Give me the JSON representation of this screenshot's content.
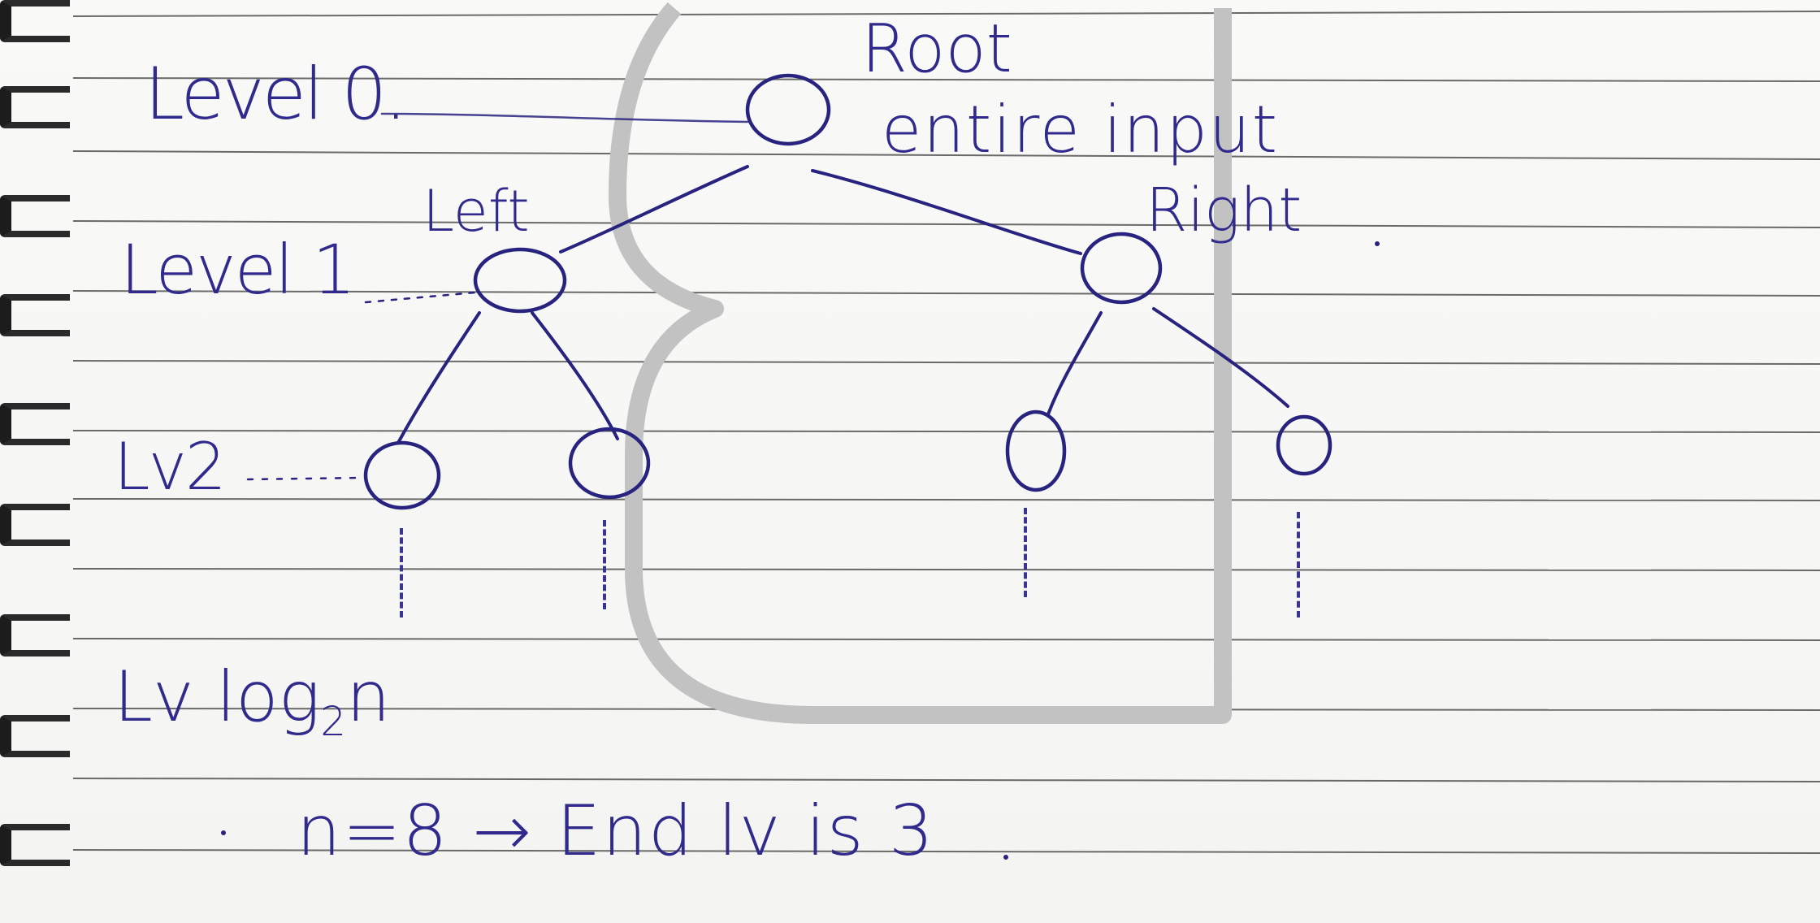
{
  "ink_color": "#2f2a8c",
  "labels": {
    "level0": "Level 0.",
    "level1": "Level 1",
    "lv2": "Lv2",
    "lvlog": "Lv log",
    "lvlog_sub": "2",
    "lvlog_n": "n",
    "root": "Root",
    "entire_input": "entire input",
    "left": "Left",
    "right": "Right",
    "conclusion": "n=8 → End lv is 3"
  }
}
